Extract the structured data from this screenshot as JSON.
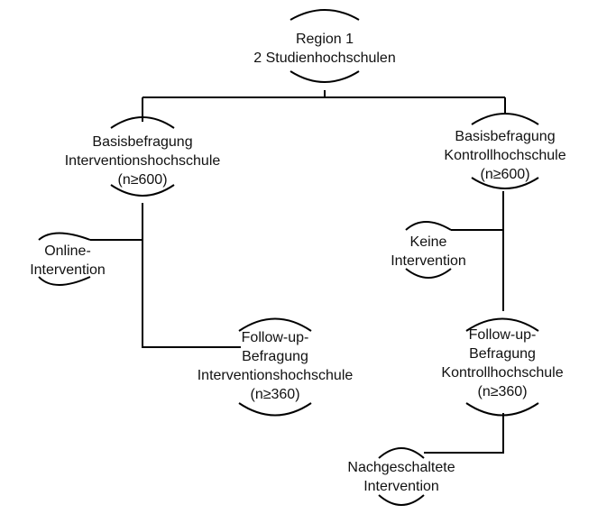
{
  "nodes": {
    "region": {
      "line1": "Region 1",
      "line2": "2 Studienhochschulen"
    },
    "basis_intervention": {
      "line1": "Basisbefragung",
      "line2": "Interventionshochschule",
      "line3": "(n≥600)"
    },
    "basis_kontroll": {
      "line1": "Basisbefragung",
      "line2": "Kontrollhochschule",
      "line3": "(n≥600)"
    },
    "online_intervention": {
      "line1": "Online-",
      "line2": "Intervention"
    },
    "keine_intervention": {
      "line1": "Keine",
      "line2": "Intervention"
    },
    "followup_intervention": {
      "line1": "Follow-up-",
      "line2": "Befragung",
      "line3": "Interventionshochschule",
      "line4": "(n≥360)"
    },
    "followup_kontroll": {
      "line1": "Follow-up-",
      "line2": "Befragung",
      "line3": "Kontrollhochschule",
      "line4": "(n≥360)"
    },
    "nachgeschaltete": {
      "line1": "Nachgeschaltete",
      "line2": "Intervention"
    }
  },
  "colors": {
    "stroke": "#000000",
    "text": "#111111",
    "background": "#ffffff"
  }
}
